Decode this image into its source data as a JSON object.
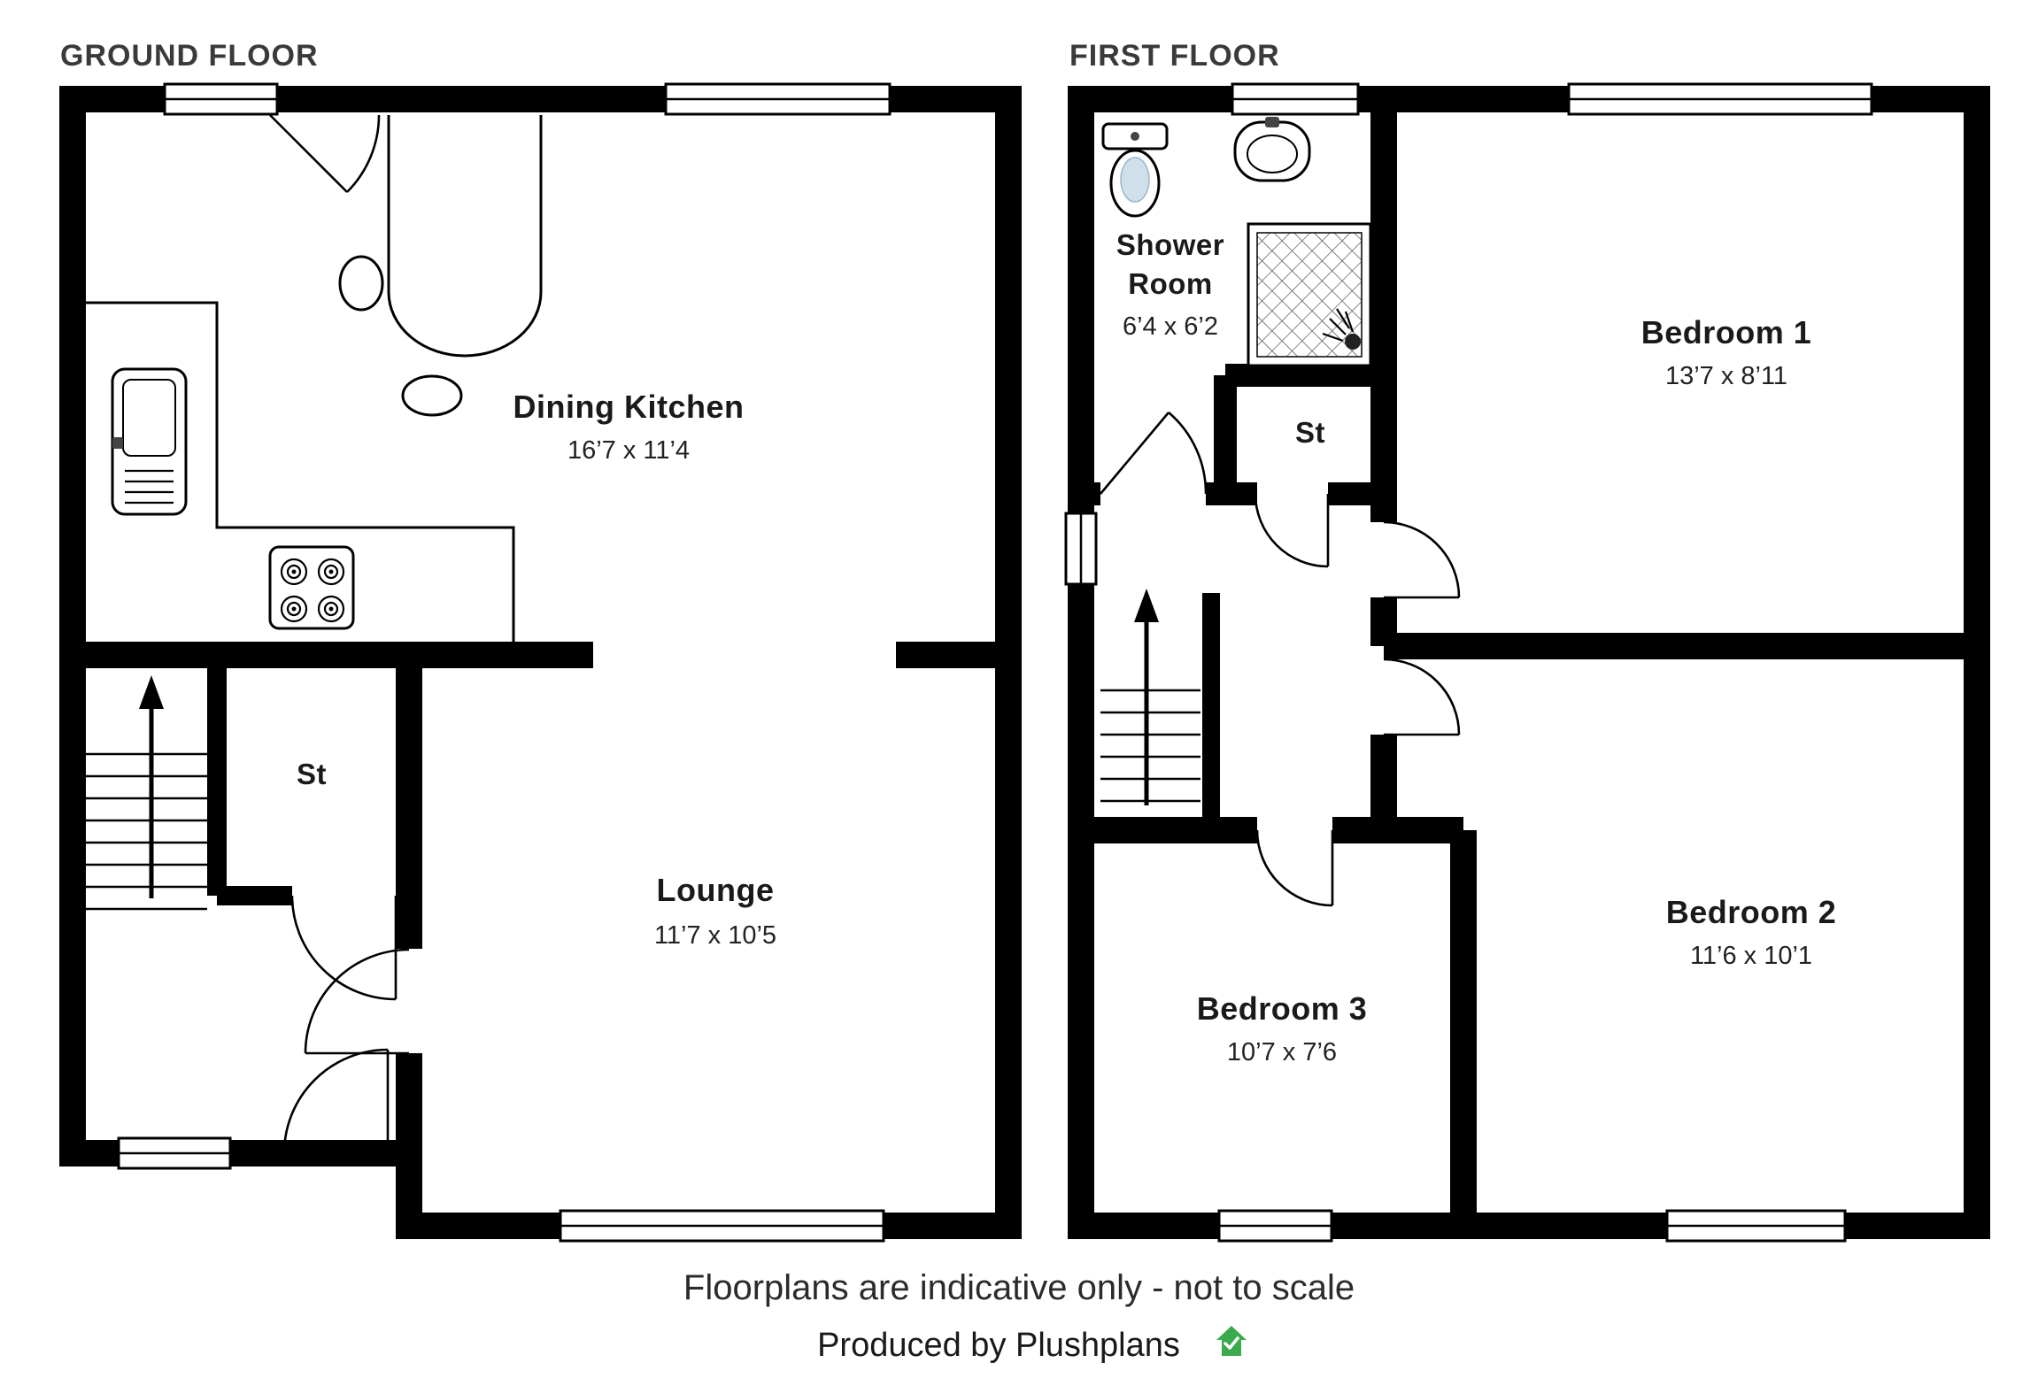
{
  "page": {
    "background": "#ffffff",
    "footer": {
      "disclaimer": "Floorplans are indicative only - not to scale",
      "credit": "Produced by Plushplans",
      "credit_color": "#1e73be",
      "logo_color": "#3aaa4c",
      "logo_icon": "house-icon"
    }
  },
  "ground_floor": {
    "title": "GROUND FLOOR",
    "rooms": {
      "dining_kitchen": {
        "name": "Dining Kitchen",
        "dims": "16’7 x 11’4"
      },
      "st": {
        "name": "St"
      },
      "lounge": {
        "name": "Lounge",
        "dims": "11’7 x 10’5"
      }
    },
    "fixtures": [
      "sink-icon",
      "hob-icon",
      "stairs-up-arrow"
    ]
  },
  "first_floor": {
    "title": "FIRST FLOOR",
    "rooms": {
      "shower_room": {
        "name_line1": "Shower",
        "name_line2": "Room",
        "dims": "6’4 x 6’2"
      },
      "st": {
        "name": "St"
      },
      "bedroom1": {
        "name": "Bedroom 1",
        "dims": "13’7 x 8’11"
      },
      "bedroom2": {
        "name": "Bedroom 2",
        "dims": "11’6 x 10’1"
      },
      "bedroom3": {
        "name": "Bedroom 3",
        "dims": "10’7 x 7’6"
      }
    },
    "fixtures": [
      "toilet-icon",
      "basin-icon",
      "shower-tray",
      "stairs-up-arrow"
    ]
  }
}
